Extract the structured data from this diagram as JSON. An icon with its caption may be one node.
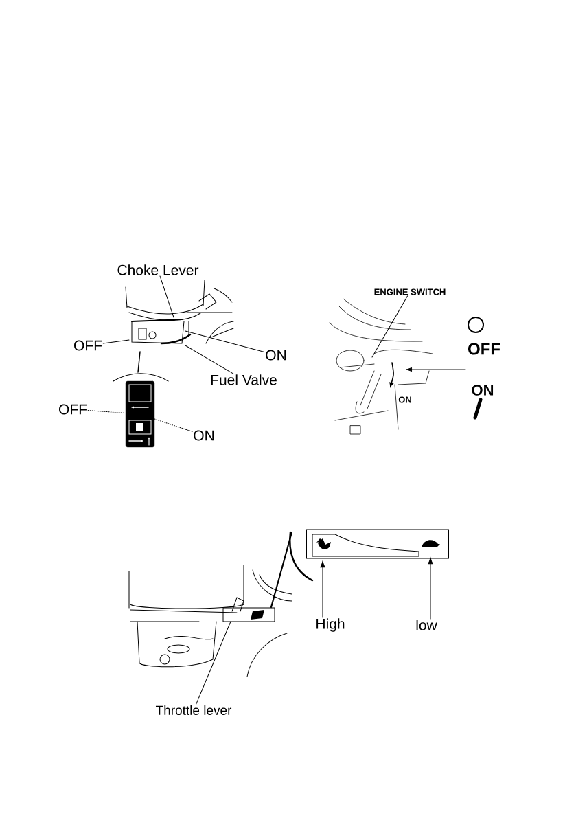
{
  "diagram": {
    "nodes": [
      {
        "text": [
          "Choke Lever"
        ]
      },
      {
        "text": [
          "OFF"
        ]
      },
      {
        "text": [
          "ON"
        ]
      },
      {
        "text": [
          "Fuel Valve"
        ]
      },
      {
        "text": [
          "OFF"
        ]
      },
      {
        "text": [],
        "shape": "box"
      },
      {
        "text": [
          "ON"
        ]
      },
      {
        "text": [
          "ENGINE SWITCH"
        ]
      },
      {
        "text": [],
        "shape": "box"
      },
      {
        "text": [],
        "shape": "picture",
        "in": 8
      },
      {
        "text": [],
        "shape": "picture",
        "in": 8
      },
      {
        "text": [
          "High"
        ]
      },
      {
        "text": [
          "low"
        ]
      },
      {
        "text": [
          "Throttle lever"
        ]
      }
    ],
    "edges": [
      {
        "from": 0,
        "to": null,
        "arrow": "none"
      },
      {
        "from": 1,
        "to": null,
        "arrow": "none"
      },
      {
        "from": 2,
        "to": null,
        "arrow": "none"
      },
      {
        "from": 3,
        "to": null,
        "arrow": "none"
      },
      {
        "from": 4,
        "to": 5,
        "arrow": "none",
        "style": "dashed"
      },
      {
        "from": 6,
        "to": 5,
        "arrow": "none",
        "style": "dashed"
      },
      {
        "from": 7,
        "to": null,
        "arrow": "none"
      },
      {
        "from": 11,
        "to": 9,
        "arrow": "to"
      },
      {
        "from": 12,
        "to": 10,
        "arrow": "to"
      },
      {
        "from": 13,
        "to": null,
        "arrow": "none"
      }
    ],
    "labels": [
      "ON",
      "OFF",
      "ON"
    ]
  }
}
